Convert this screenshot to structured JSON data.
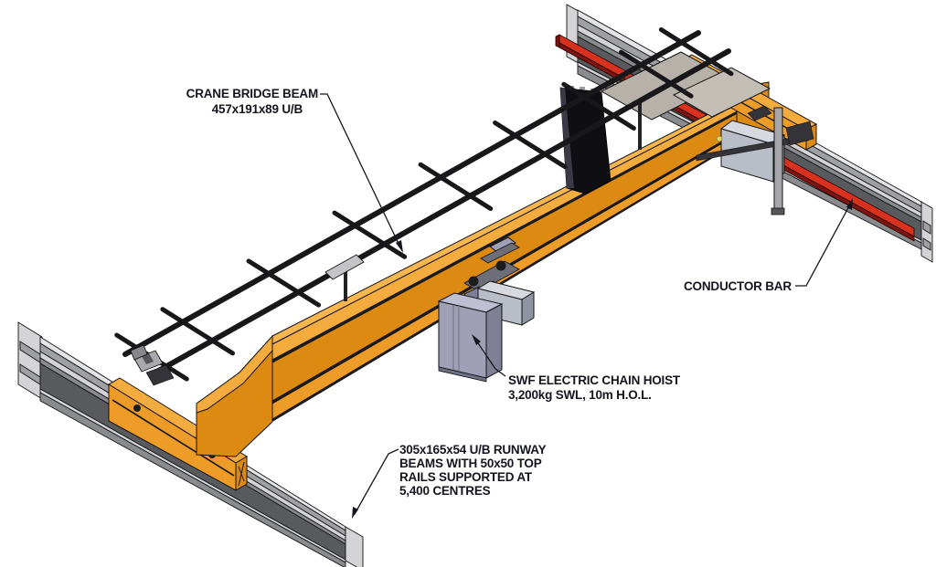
{
  "drawing": {
    "description": "Isometric CAD drawing of a single-girder overhead travelling crane on runway beams"
  },
  "labels": {
    "bridge": {
      "line1": "CRANE BRIDGE BEAM",
      "line2": "457x191x89 U/B"
    },
    "conductor": {
      "line1": "CONDUCTOR BAR"
    },
    "hoist": {
      "line1": "SWF ELECTRIC CHAIN HOIST",
      "line2": "3,200kg SWL, 10m H.O.L."
    },
    "runway": {
      "line1": "305x165x54 U/B RUNWAY",
      "line2": "BEAMS WITH 50x50 TOP",
      "line3": "RAILS SUPPORTED AT",
      "line4": "5,400 CENTRES"
    }
  },
  "colors": {
    "orange_top": "#F5AC3F",
    "orange_top2": "#F7B64F",
    "orange_side": "#EE9C28",
    "orange_web": "#DC8A12",
    "steel_lighter": "#E4E4E6",
    "steel_light": "#D4D4D6",
    "steel_mid": "#9FA0A4",
    "steel_dark": "#8A8B8F",
    "steel_web": "#595A5E",
    "red": "#D8321E",
    "red_dark": "#7E1510",
    "hoist_front": "#9FA0B6",
    "hoist_side": "#7F8096",
    "hoist_top": "#BEBFD2",
    "hoist_dark": "#6E6E78",
    "panel_front": "#B9BDC7",
    "panel_top": "#D6D9DF",
    "panel_side": "#8F95A0",
    "plate_a": "#B6B2A9",
    "plate_b": "#C3BFB6",
    "yellow": "#E8D44D",
    "tube": "#18181A",
    "ink": "#15151F"
  }
}
